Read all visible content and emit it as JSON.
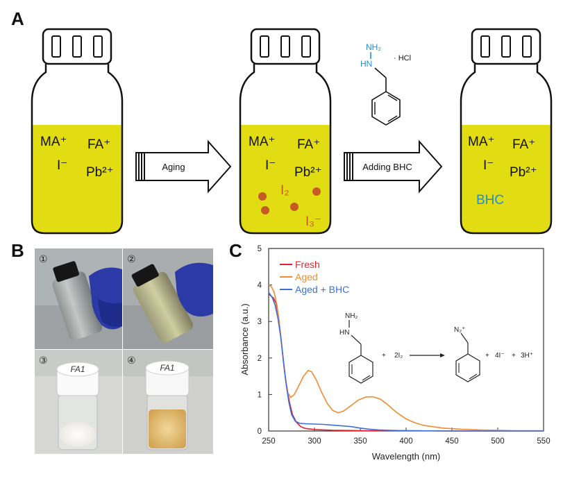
{
  "panels": {
    "a_label": "A",
    "b_label": "B",
    "c_label": "C"
  },
  "vials": {
    "fresh": {
      "ions": [
        "MA⁺",
        "FA⁺",
        "I⁻",
        "Pb²⁺"
      ]
    },
    "aged": {
      "ions": [
        "MA⁺",
        "FA⁺",
        "I⁻",
        "Pb²⁺"
      ],
      "species": [
        "I₂",
        "I₃⁻"
      ]
    },
    "treated": {
      "ions": [
        "MA⁺",
        "FA⁺",
        "I⁻",
        "Pb²⁺"
      ],
      "additive": "BHC"
    }
  },
  "arrows": {
    "aging": "Aging",
    "adding": "Adding BHC"
  },
  "molecule": {
    "nh2": "NH₂",
    "hn": "HN",
    "salt": "· HCl"
  },
  "photos": {
    "numbers": [
      "①",
      "②",
      "③",
      "④"
    ],
    "caps": [
      "FA1",
      "FA1"
    ]
  },
  "reaction": {
    "reactant_nh2": "NH₂",
    "reactant_hn": "HN",
    "plus1": "+",
    "iodine": "2I₂",
    "product_n2": "N₂⁺",
    "plus2": "+",
    "iodide": "4I⁻",
    "plus3": "+",
    "proton": "3H⁺"
  },
  "colors": {
    "solution_yellow": "#e2dc12",
    "iodine_dots": "#c65a24",
    "bhc_blue": "#1f8fd0",
    "fresh": "#e8202a",
    "aged": "#f28a2e",
    "aged_bhc": "#3d6fd8"
  },
  "chart_data": {
    "type": "line",
    "title": "",
    "xlabel": "Wavelength (nm)",
    "ylabel": "Absorbance (a.u.)",
    "xlim": [
      250,
      550
    ],
    "ylim": [
      0,
      5
    ],
    "xticks": [
      250,
      300,
      350,
      400,
      450,
      500,
      550
    ],
    "yticks": [
      0,
      1,
      2,
      3,
      4,
      5
    ],
    "grid": false,
    "legend_position": "top-left",
    "series": [
      {
        "name": "Fresh",
        "color": "#e8202a",
        "points": [
          [
            250,
            3.75
          ],
          [
            255,
            3.65
          ],
          [
            258,
            3.5
          ],
          [
            261,
            3.1
          ],
          [
            264,
            2.4
          ],
          [
            267,
            1.7
          ],
          [
            270,
            1.15
          ],
          [
            273,
            0.75
          ],
          [
            276,
            0.45
          ],
          [
            280,
            0.25
          ],
          [
            285,
            0.12
          ],
          [
            290,
            0.07
          ],
          [
            300,
            0.04
          ],
          [
            320,
            0.02
          ],
          [
            350,
            0.01
          ],
          [
            400,
            0.01
          ],
          [
            450,
            0.0
          ],
          [
            500,
            0.0
          ],
          [
            550,
            0.0
          ]
        ]
      },
      {
        "name": "Aged",
        "color": "#f28a2e",
        "points": [
          [
            250,
            4.0
          ],
          [
            253,
            3.95
          ],
          [
            256,
            3.8
          ],
          [
            259,
            3.45
          ],
          [
            262,
            2.9
          ],
          [
            265,
            2.2
          ],
          [
            268,
            1.5
          ],
          [
            271,
            1.05
          ],
          [
            274,
            0.92
          ],
          [
            278,
            1.0
          ],
          [
            283,
            1.25
          ],
          [
            288,
            1.5
          ],
          [
            293,
            1.66
          ],
          [
            297,
            1.62
          ],
          [
            302,
            1.4
          ],
          [
            308,
            1.05
          ],
          [
            314,
            0.75
          ],
          [
            320,
            0.56
          ],
          [
            326,
            0.5
          ],
          [
            332,
            0.55
          ],
          [
            340,
            0.7
          ],
          [
            348,
            0.85
          ],
          [
            356,
            0.93
          ],
          [
            364,
            0.94
          ],
          [
            372,
            0.87
          ],
          [
            380,
            0.72
          ],
          [
            390,
            0.5
          ],
          [
            400,
            0.33
          ],
          [
            410,
            0.22
          ],
          [
            420,
            0.15
          ],
          [
            440,
            0.08
          ],
          [
            460,
            0.05
          ],
          [
            480,
            0.03
          ],
          [
            500,
            0.02
          ],
          [
            520,
            0.01
          ],
          [
            550,
            0.01
          ]
        ]
      },
      {
        "name": "Aged + BHC",
        "color": "#3d6fd8",
        "points": [
          [
            250,
            3.8
          ],
          [
            254,
            3.65
          ],
          [
            257,
            3.45
          ],
          [
            260,
            3.1
          ],
          [
            263,
            2.6
          ],
          [
            266,
            1.95
          ],
          [
            269,
            1.3
          ],
          [
            272,
            0.8
          ],
          [
            275,
            0.45
          ],
          [
            279,
            0.27
          ],
          [
            284,
            0.21
          ],
          [
            290,
            0.2
          ],
          [
            300,
            0.19
          ],
          [
            310,
            0.18
          ],
          [
            320,
            0.16
          ],
          [
            330,
            0.14
          ],
          [
            340,
            0.12
          ],
          [
            350,
            0.08
          ],
          [
            360,
            0.05
          ],
          [
            370,
            0.03
          ],
          [
            380,
            0.02
          ],
          [
            400,
            0.01
          ],
          [
            450,
            0.0
          ],
          [
            500,
            0.0
          ],
          [
            550,
            0.0
          ]
        ]
      }
    ]
  }
}
